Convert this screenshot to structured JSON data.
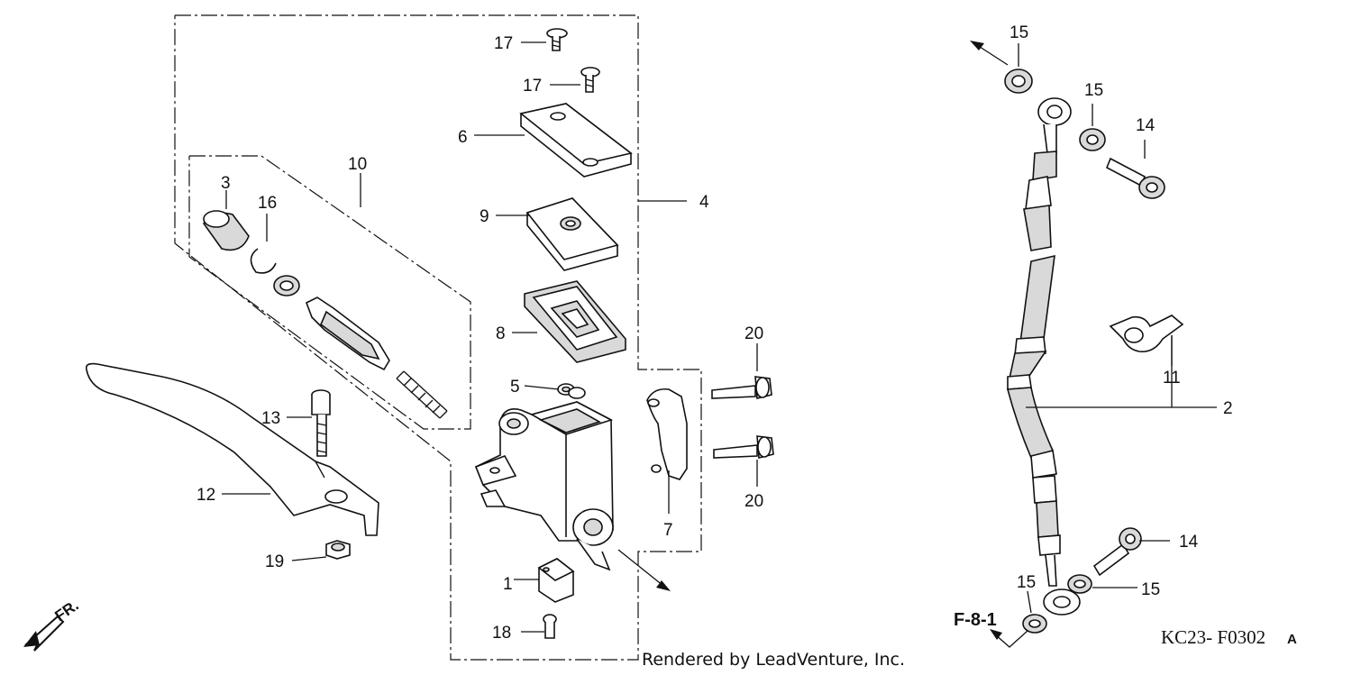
{
  "diagram": {
    "callouts": {
      "c1": "1",
      "c2": "2",
      "c3": "3",
      "c4": "4",
      "c5": "5",
      "c6": "6",
      "c7": "7",
      "c8": "8",
      "c9": "9",
      "c10": "10",
      "c11": "11",
      "c12": "12",
      "c13": "13",
      "c14a": "14",
      "c14b": "14",
      "c15a": "15",
      "c15b": "15",
      "c15c": "15",
      "c15d": "15",
      "c16": "16",
      "c17a": "17",
      "c17b": "17",
      "c18": "18",
      "c19": "19",
      "c20a": "20",
      "c20b": "20"
    },
    "reference": "F-8-1",
    "front_label": "FR.",
    "diagram_code": "KC23- F0302",
    "diagram_code_suffix": "A",
    "credit": "Rendered by LeadVenture, Inc."
  }
}
